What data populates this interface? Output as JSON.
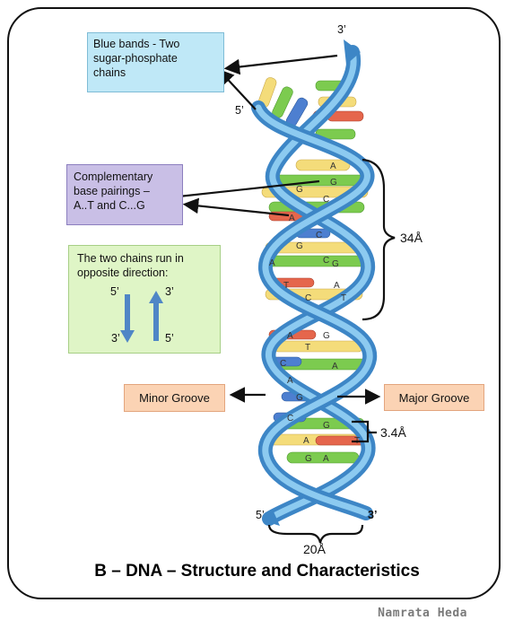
{
  "boxes": {
    "sugar_phosphate": [
      "Blue bands - Two",
      "sugar-phosphate",
      "chains"
    ],
    "base_pairing": [
      "Complementary",
      "base pairings –",
      "A..T and C...G"
    ],
    "direction": [
      "The two chains run in",
      "opposite direction:"
    ]
  },
  "direction_arrows": {
    "left_top": "5’",
    "left_bottom": "3’",
    "right_top": "3’",
    "right_bottom": "5’"
  },
  "groove_labels": {
    "minor": "Minor Groove",
    "major": "Major Groove"
  },
  "strand_ends": {
    "top_right": "3’",
    "top_left": "5’",
    "bottom_left": "5’",
    "bottom_right": "3’"
  },
  "measurements": {
    "pitch": "34Å",
    "rise": "3.4Å",
    "diameter": "20Å"
  },
  "title": "B – DNA – Structure and Characteristics",
  "credit": "Namrata Heda",
  "base_letters": [
    "A",
    "G",
    "A",
    "C",
    "G",
    "C",
    "A",
    "G",
    "T",
    "A",
    "C",
    "T",
    "A",
    "G",
    "T",
    "C",
    "A",
    "G",
    "A",
    "G",
    "A",
    "T",
    "C",
    "C",
    "G",
    "A",
    "G"
  ],
  "colors": {
    "backbone": "#5aa6de",
    "base_green": "#7ccb4f",
    "base_yellow": "#f4dc7a",
    "base_red": "#e5664c",
    "base_blue": "#4d7fd0"
  }
}
